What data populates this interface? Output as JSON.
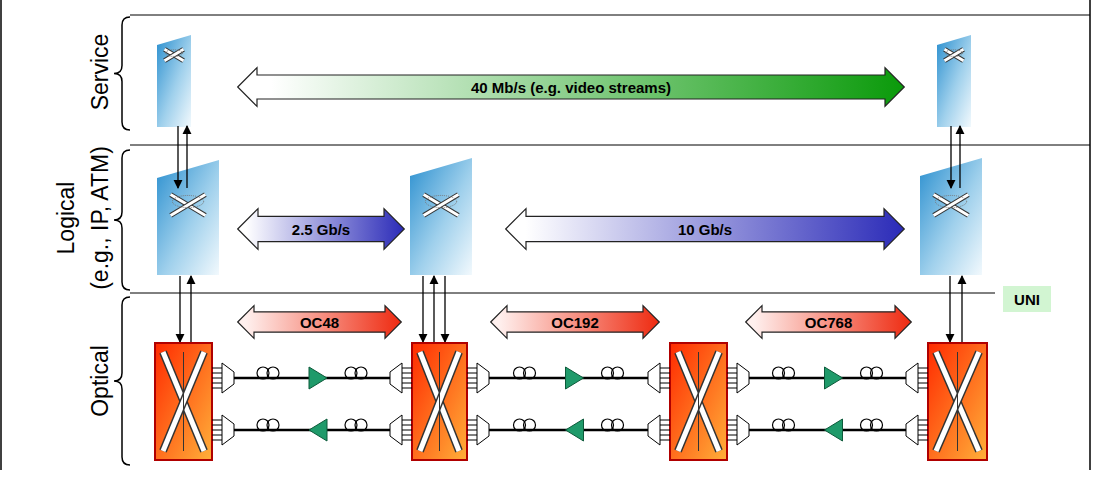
{
  "diagram": {
    "nodes": [
      {
        "text": [
          "40 Mb/s (e.g. video streams)"
        ]
      },
      {
        "text": [
          "2.5 Gb/s"
        ]
      },
      {
        "text": [
          "10 Gb/s"
        ]
      },
      {
        "text": [
          "UNI"
        ]
      },
      {
        "text": [
          "OC48"
        ]
      },
      {
        "text": [
          "OC192"
        ]
      },
      {
        "text": [
          "OC768"
        ]
      }
    ],
    "labels": [
      "Service",
      "Logical",
      "(e.g., IP, ATM)",
      "Optical"
    ]
  }
}
